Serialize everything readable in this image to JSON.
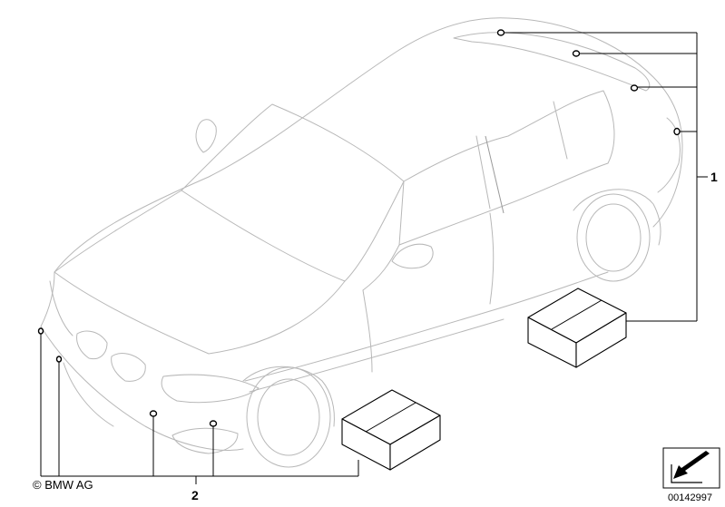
{
  "callouts": {
    "part_1": "1",
    "part_2": "2"
  },
  "copyright": "© BMW AG",
  "document_number": "00142997",
  "icons": [
    "direction-arrow-icon"
  ],
  "colors": {
    "line_art": "#b8b8b8",
    "leader_lines": "#000000",
    "background": "#ffffff"
  }
}
